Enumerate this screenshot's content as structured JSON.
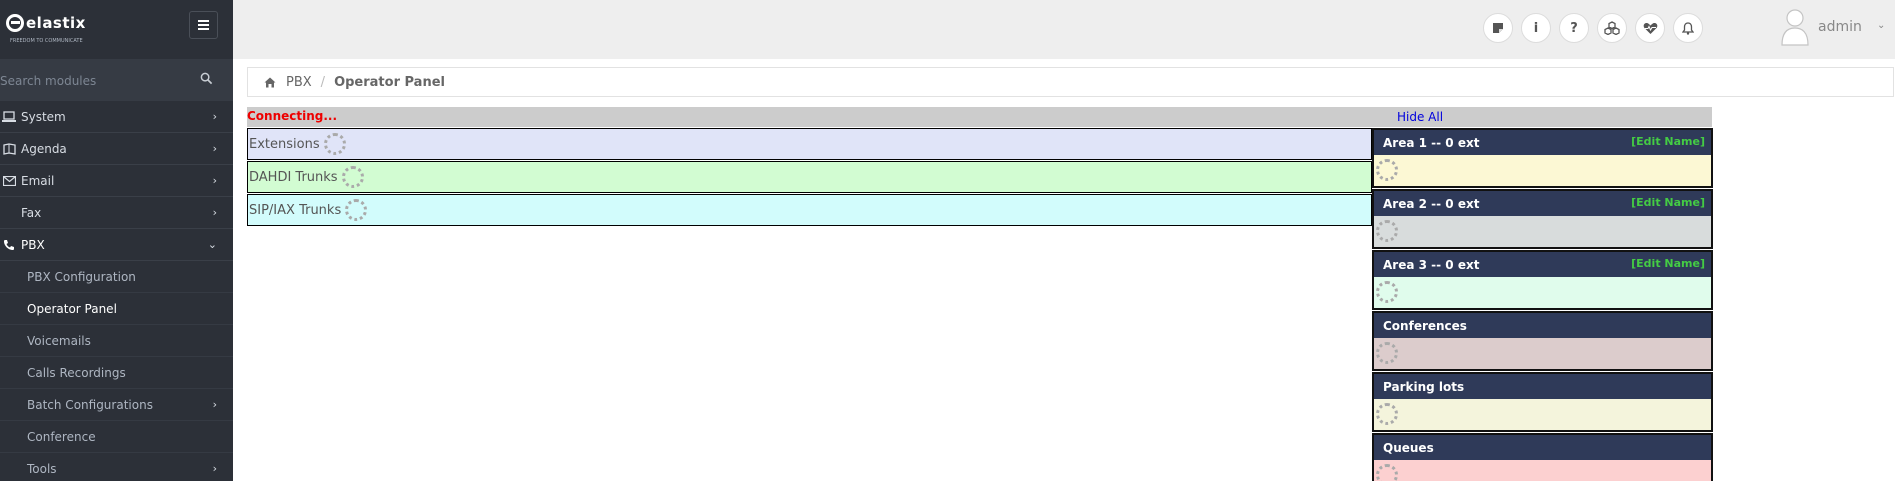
{
  "sidebar": {
    "logo_text": "elastix",
    "logo_tagline": "FREEDOM TO COMMUNICATE",
    "search_placeholder": "Search modules",
    "items": [
      {
        "label": "System",
        "icon": "laptop-icon"
      },
      {
        "label": "Agenda",
        "icon": "book-icon"
      },
      {
        "label": "Email",
        "icon": "envelope-icon"
      },
      {
        "label": "Fax",
        "icon": "fax-icon"
      },
      {
        "label": "PBX",
        "icon": "phone-icon"
      }
    ],
    "pbx_subitems": [
      {
        "label": "PBX Configuration"
      },
      {
        "label": "Operator Panel"
      },
      {
        "label": "Voicemails"
      },
      {
        "label": "Calls Recordings"
      },
      {
        "label": "Batch Configurations"
      },
      {
        "label": "Conference"
      },
      {
        "label": "Tools"
      }
    ]
  },
  "topbar": {
    "buttons": [
      {
        "icon": "notes-icon"
      },
      {
        "icon": "info-icon",
        "glyph": "i"
      },
      {
        "icon": "help-icon",
        "glyph": "?"
      },
      {
        "icon": "addons-icon"
      },
      {
        "icon": "heartbeat-icon"
      },
      {
        "icon": "bell-icon"
      }
    ],
    "user": "admin"
  },
  "breadcrumb": {
    "section": "PBX",
    "current": "Operator Panel"
  },
  "operator_panel": {
    "status": "Connecting...",
    "hide_all": "Hide All",
    "left_panels": [
      {
        "label": "Extensions",
        "bg": "#e0e4f8"
      },
      {
        "label": "DAHDI Trunks",
        "bg": "#d2fcd2"
      },
      {
        "label": "SIP/IAX Trunks",
        "bg": "#d2fcfc"
      }
    ],
    "right_panels": [
      {
        "title": "Area 1 -- 0 ext",
        "edit": "[Edit Name]",
        "bg": "#fcf8d4"
      },
      {
        "title": "Area 2 -- 0 ext",
        "edit": "[Edit Name]",
        "bg": "#d8dcdc"
      },
      {
        "title": "Area 3 -- 0 ext",
        "edit": "[Edit Name]",
        "bg": "#e0fcec"
      },
      {
        "title": "Conferences",
        "edit": "",
        "bg": "#dccccc"
      },
      {
        "title": "Parking lots",
        "edit": "",
        "bg": "#f4f4dc"
      },
      {
        "title": "Queues",
        "edit": "",
        "bg": "#fcd0d0"
      }
    ]
  },
  "colors": {
    "sidebar_bg": "#2c3038",
    "panel_header": "#2f3a59",
    "connecting": "#ee0000",
    "edit_name": "#44cc44"
  }
}
